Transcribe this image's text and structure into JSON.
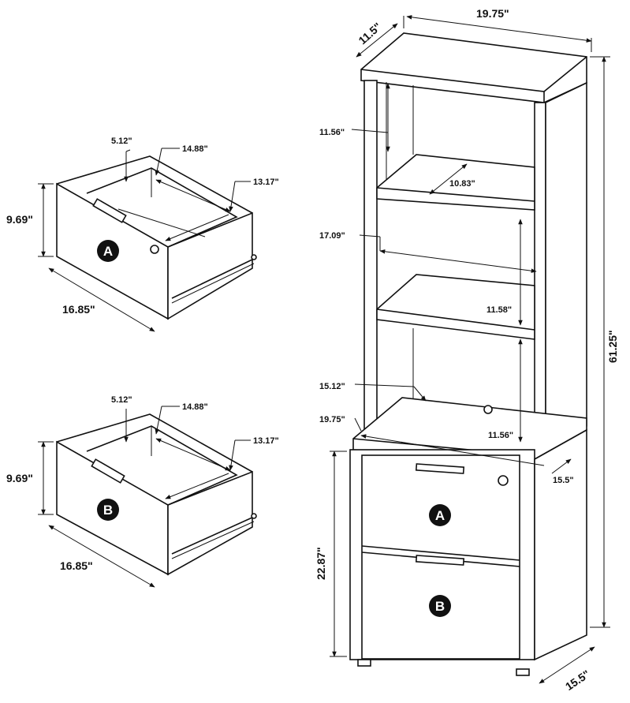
{
  "drawer_a": {
    "badge": "A",
    "depth_inner": "5.12\"",
    "width_inner": "14.88\"",
    "length_inner": "13.17\"",
    "height": "9.69\"",
    "width": "16.85\""
  },
  "drawer_b": {
    "badge": "B",
    "depth_inner": "5.12\"",
    "width_inner": "14.88\"",
    "length_inner": "13.17\"",
    "height": "9.69\"",
    "width": "16.85\""
  },
  "cabinet": {
    "top_depth": "11.5\"",
    "top_width": "19.75\"",
    "shelf_top_gap": "11.56\"",
    "shelf_depth": "10.83\"",
    "inner_width": "17.09\"",
    "shelf_mid_gap": "11.58\"",
    "base_inner_depth": "15.12\"",
    "base_width": "19.75\"",
    "shelf_bottom_gap": "11.56\"",
    "base_depth_side": "15.5\"",
    "total_height": "61.25\"",
    "base_height": "22.87\"",
    "base_depth_bottom": "15.5\"",
    "drawer_a_label": "A",
    "drawer_b_label": "B"
  }
}
